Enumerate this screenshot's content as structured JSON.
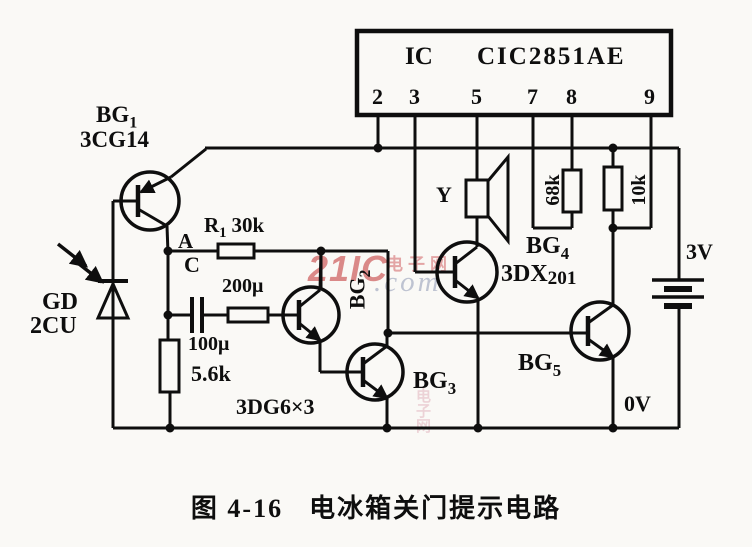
{
  "ic": {
    "label": "IC",
    "part": "CIC2851AE",
    "pins": [
      "2",
      "3",
      "5",
      "7",
      "8",
      "9"
    ]
  },
  "labels": {
    "bg1": {
      "name": "BG",
      "sub": "1",
      "part": "3CG14"
    },
    "gd": {
      "name": "GD",
      "part": "2CU"
    },
    "node_a": "A",
    "r1": {
      "name": "R",
      "sub": "1",
      "value": "30k"
    },
    "cap": {
      "name": "C",
      "value": "200μ"
    },
    "cap2_value": "100μ",
    "r2_value": "5.6k",
    "bg2": {
      "name": "BG",
      "sub": "2"
    },
    "bg3": {
      "name": "BG",
      "sub": "3"
    },
    "transistor_group": "3DG6×3",
    "speaker": "Y",
    "r3_value": "68k",
    "r4_value": "10k",
    "bg4": {
      "name": "BG",
      "sub": "4",
      "part": "3DX",
      "part_sub": "201"
    },
    "bg5": {
      "name": "BG",
      "sub": "5"
    },
    "battery": "3V",
    "ground": "0V"
  },
  "watermark": {
    "brand": "21IC",
    "site_cn": "电子网",
    "suffix": ".com"
  },
  "caption": {
    "fig": "图 4-16",
    "title": "电冰箱关门提示电路"
  }
}
